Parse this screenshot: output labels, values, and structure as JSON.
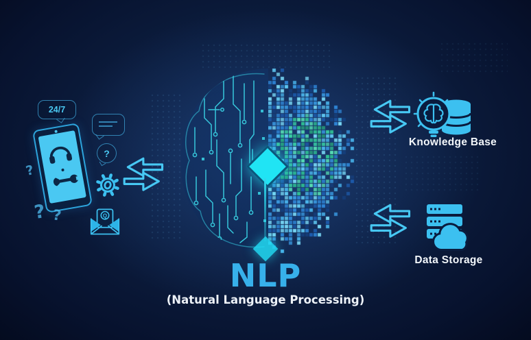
{
  "title": {
    "main": "NLP",
    "sub": "(Natural Language Processing)"
  },
  "nodes": {
    "knowledge_base": {
      "label": "Knowledge Base"
    },
    "data_storage": {
      "label": "Data Storage"
    }
  },
  "assistant_device": {
    "availability_badge": "24/7",
    "question_bubble": "?",
    "question_left": "?",
    "question_bottom_a": "?",
    "question_bottom_b": "?",
    "envelope_letter": "Q"
  },
  "colors": {
    "background_edge": "#040b1f",
    "background_center": "#13294f",
    "accent_cyan": "#45c6f2",
    "screen_cyan": "#4ac8f2",
    "circuit_teal": "#3bd6e8",
    "chip_cyan": "#20e4f4",
    "nlp_blue": "#37b0ea",
    "label_white": "#f2f6fa",
    "pixel_blue": "#2f86d8",
    "pixel_green": "#35c79b"
  },
  "icons": [
    "smartphone-icon",
    "headphones-icon",
    "wrench-icon",
    "gear-icon",
    "open-envelope-icon",
    "chat-bubble-icon",
    "question-bubble-icon",
    "exchange-arrows-icon",
    "brain-circuit-icon",
    "brain-pixel-icon",
    "cpu-chip-icon",
    "bulb-brain-icon",
    "database-icon",
    "server-icon",
    "cloud-icon"
  ]
}
